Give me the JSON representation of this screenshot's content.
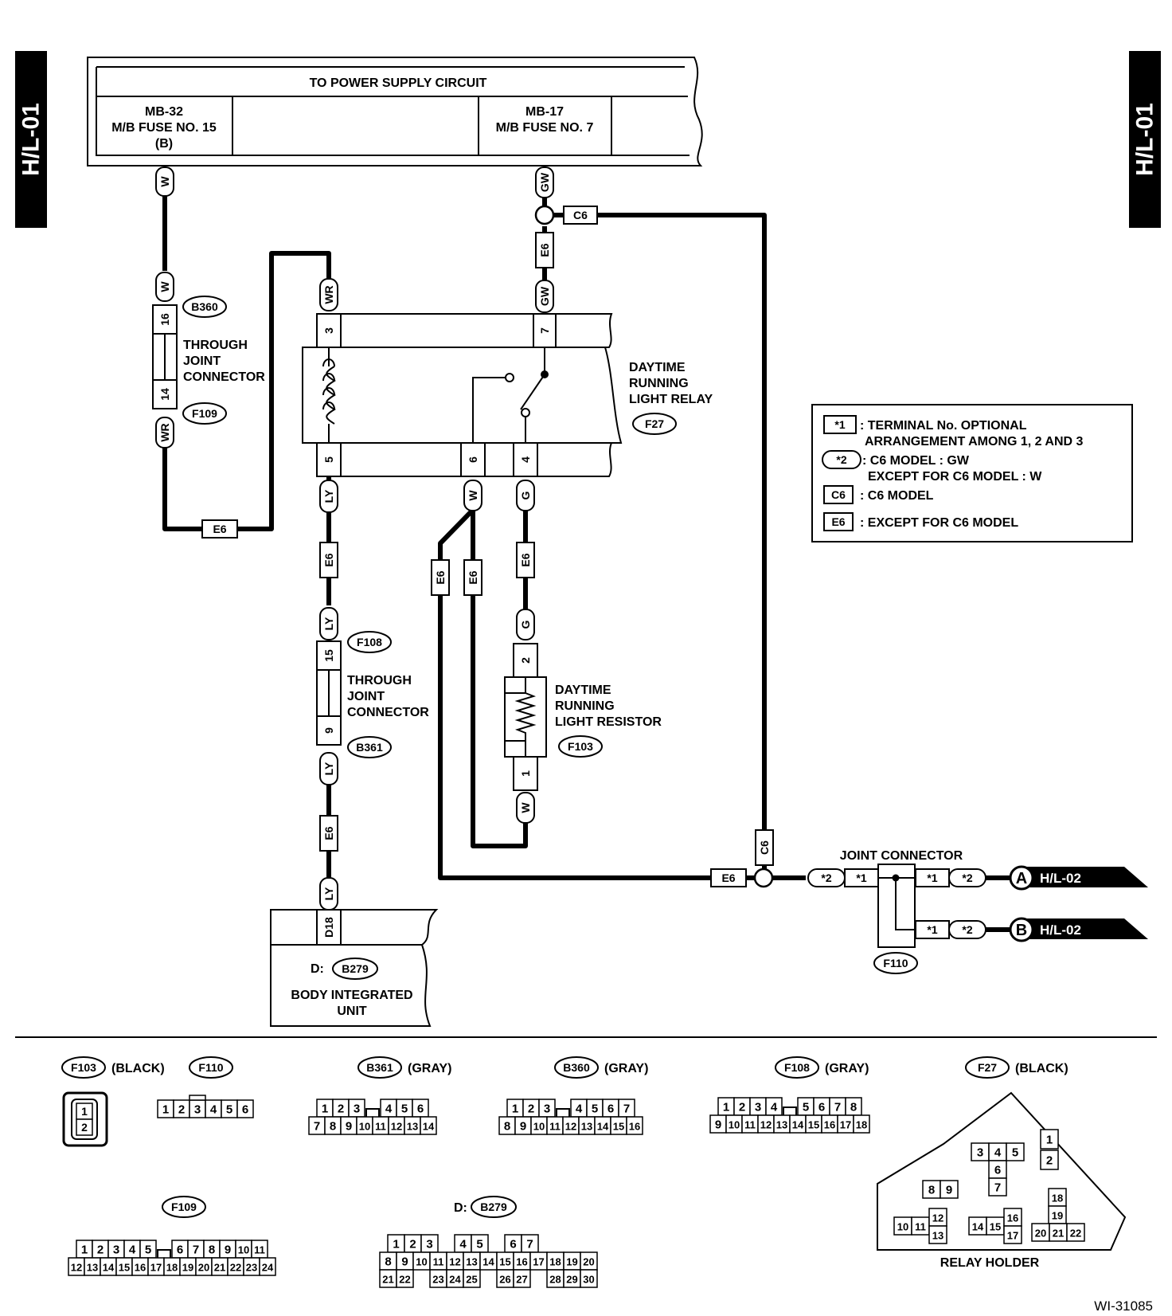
{
  "page": {
    "side_tab_left": "H/L-01",
    "side_tab_right": "H/L-01",
    "figure_id": "WI-31085"
  },
  "power_box": {
    "title": "TO POWER SUPPLY CIRCUIT",
    "left_cell": [
      "MB-32",
      "M/B FUSE NO. 15",
      "(B)"
    ],
    "right_cell": [
      "MB-17",
      "M/B FUSE NO. 7"
    ]
  },
  "wire_colors": {
    "w": "W",
    "wr": "WR",
    "gw": "GW",
    "ly": "LY",
    "g": "G"
  },
  "connectors": {
    "b360": "B360",
    "f109": "F109",
    "f108": "F108",
    "b361": "B361",
    "f27": "F27",
    "f103": "F103",
    "f110": "F110",
    "b279": "B279"
  },
  "model_tags": {
    "c6": "C6",
    "e6": "E6"
  },
  "through_joint_label": [
    "THROUGH",
    "JOINT",
    "CONNECTOR"
  ],
  "pins": {
    "b360_16": "16",
    "f109_14": "14",
    "f108_15": "15",
    "b361_9": "9",
    "relay_3": "3",
    "relay_7": "7",
    "relay_5": "5",
    "relay_6": "6",
    "relay_4": "4",
    "resistor_2": "2",
    "resistor_1": "1",
    "d18": "D18"
  },
  "relay_label": [
    "DAYTIME",
    "RUNNING",
    "LIGHT RELAY"
  ],
  "resistor_label": [
    "DAYTIME",
    "RUNNING",
    "LIGHT RESISTOR"
  ],
  "body_unit": {
    "prefix": "D:",
    "name": [
      "BODY INTEGRATED",
      "UNIT"
    ]
  },
  "legend": {
    "star1_key": "*1",
    "star1_text": [
      ": TERMINAL No. OPTIONAL",
      "ARRANGEMENT AMONG 1, 2 AND 3"
    ],
    "star2_key": "*2",
    "star2_text": [
      ": C6 MODEL  : GW",
      "EXCEPT FOR C6 MODEL  : W"
    ],
    "c6_key": "C6",
    "c6_text": ": C6 MODEL",
    "e6_key": "E6",
    "e6_text": ": EXCEPT FOR C6 MODEL"
  },
  "joint_connector": {
    "title": "JOINT CONNECTOR",
    "star1": "*1",
    "star2": "*2",
    "out_a_letter": "A",
    "out_a_ref": "H/L-02",
    "out_b_letter": "B",
    "out_b_ref": "H/L-02"
  },
  "connector_views": {
    "f103": {
      "name": "F103",
      "color": "(BLACK)",
      "pins": [
        "1",
        "2"
      ]
    },
    "f110": {
      "name": "F110",
      "rows": [
        [
          "1",
          "2",
          "3",
          "4",
          "5",
          "6"
        ]
      ]
    },
    "b361": {
      "name": "B361",
      "color": "(GRAY)",
      "rows": [
        [
          "1",
          "2",
          "3",
          "",
          "4",
          "5",
          "6"
        ],
        [
          "7",
          "8",
          "9",
          "10",
          "11",
          "12",
          "13",
          "14"
        ]
      ]
    },
    "b360": {
      "name": "B360",
      "color": "(GRAY)",
      "rows": [
        [
          "1",
          "2",
          "3",
          "",
          "4",
          "5",
          "6",
          "7"
        ],
        [
          "8",
          "9",
          "10",
          "11",
          "12",
          "13",
          "14",
          "15",
          "16"
        ]
      ]
    },
    "f108": {
      "name": "F108",
      "color": "(GRAY)",
      "rows": [
        [
          "1",
          "2",
          "3",
          "4",
          "",
          "5",
          "6",
          "7",
          "8"
        ],
        [
          "9",
          "10",
          "11",
          "12",
          "13",
          "14",
          "15",
          "16",
          "17",
          "18"
        ]
      ]
    },
    "f27": {
      "name": "F27",
      "color": "(BLACK)",
      "caption": "RELAY HOLDER",
      "pins": [
        "1",
        "2",
        "3",
        "4",
        "5",
        "6",
        "7",
        "8",
        "9",
        "10",
        "11",
        "12",
        "13",
        "14",
        "15",
        "16",
        "17",
        "18",
        "19",
        "20",
        "21",
        "22"
      ]
    },
    "f109": {
      "name": "F109",
      "rows": [
        [
          "1",
          "2",
          "3",
          "4",
          "5",
          "",
          "6",
          "7",
          "8",
          "9",
          "10",
          "11"
        ],
        [
          "12",
          "13",
          "14",
          "15",
          "16",
          "17",
          "18",
          "19",
          "20",
          "21",
          "22",
          "23",
          "24"
        ]
      ]
    },
    "b279": {
      "prefix": "D:",
      "name": "B279",
      "rows": [
        [
          "1",
          "2",
          "3",
          "",
          "4",
          "5",
          "",
          "6",
          "7"
        ],
        [
          "8",
          "9",
          "10",
          "11",
          "12",
          "13",
          "14",
          "15",
          "16",
          "17",
          "18",
          "19",
          "20"
        ],
        [
          "21",
          "22",
          "",
          "23",
          "24",
          "25",
          "",
          "26",
          "27",
          "",
          "28",
          "29",
          "30"
        ]
      ]
    }
  }
}
